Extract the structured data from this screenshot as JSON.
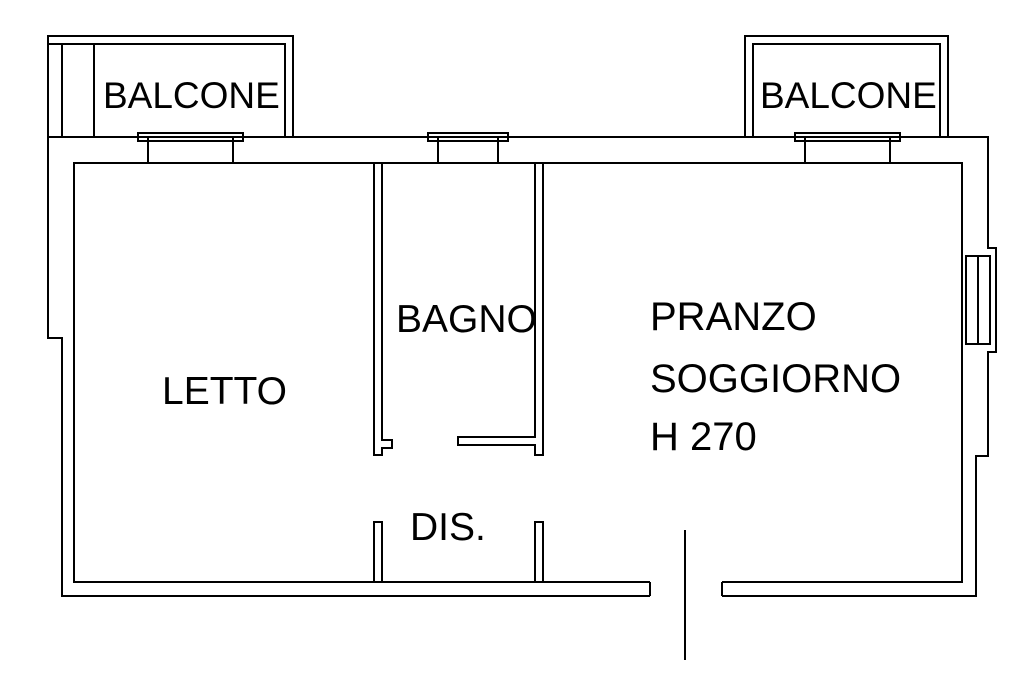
{
  "rooms": {
    "balcony_left": "BALCONE",
    "balcony_right": "BALCONE",
    "bedroom": "LETTO",
    "bathroom": "BAGNO",
    "living_line1": "PRANZO",
    "living_line2": "SOGGIORNO",
    "living_height": "H 270",
    "hallway": "DIS."
  },
  "colors": {
    "lines": "#000000",
    "background": "#ffffff"
  }
}
